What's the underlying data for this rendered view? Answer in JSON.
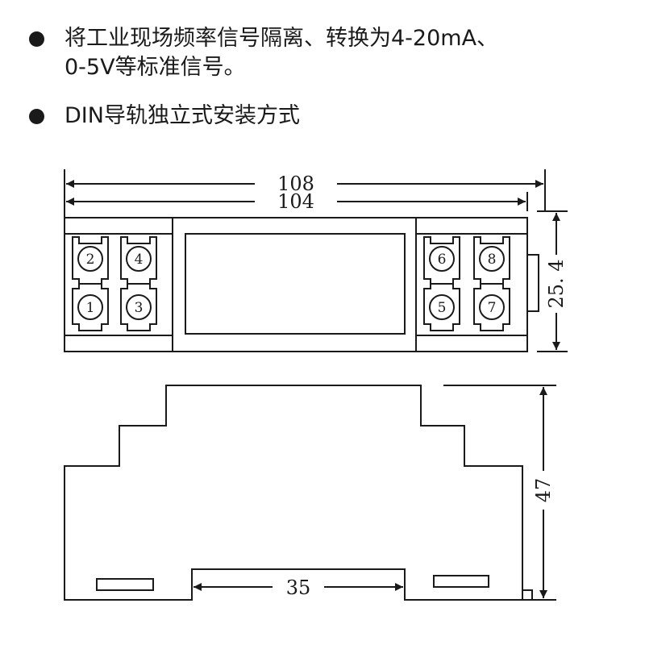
{
  "features": [
    {
      "text": "将工业现场频率信号隔离、转换为4-20mA、",
      "text_line2": "0-5V等标准信号。"
    },
    {
      "text": "DIN导轨独立式安装方式"
    }
  ],
  "dimensions": {
    "overall_width": "108",
    "body_width": "104",
    "front_height": "25. 4",
    "side_height": "47",
    "rail_width": "35"
  },
  "terminals": {
    "left_top": [
      "2",
      "4"
    ],
    "left_bottom": [
      "1",
      "3"
    ],
    "right_top": [
      "6",
      "8"
    ],
    "right_bottom": [
      "5",
      "7"
    ]
  },
  "colors": {
    "ink": "#1a1a1a",
    "background": "#ffffff"
  }
}
